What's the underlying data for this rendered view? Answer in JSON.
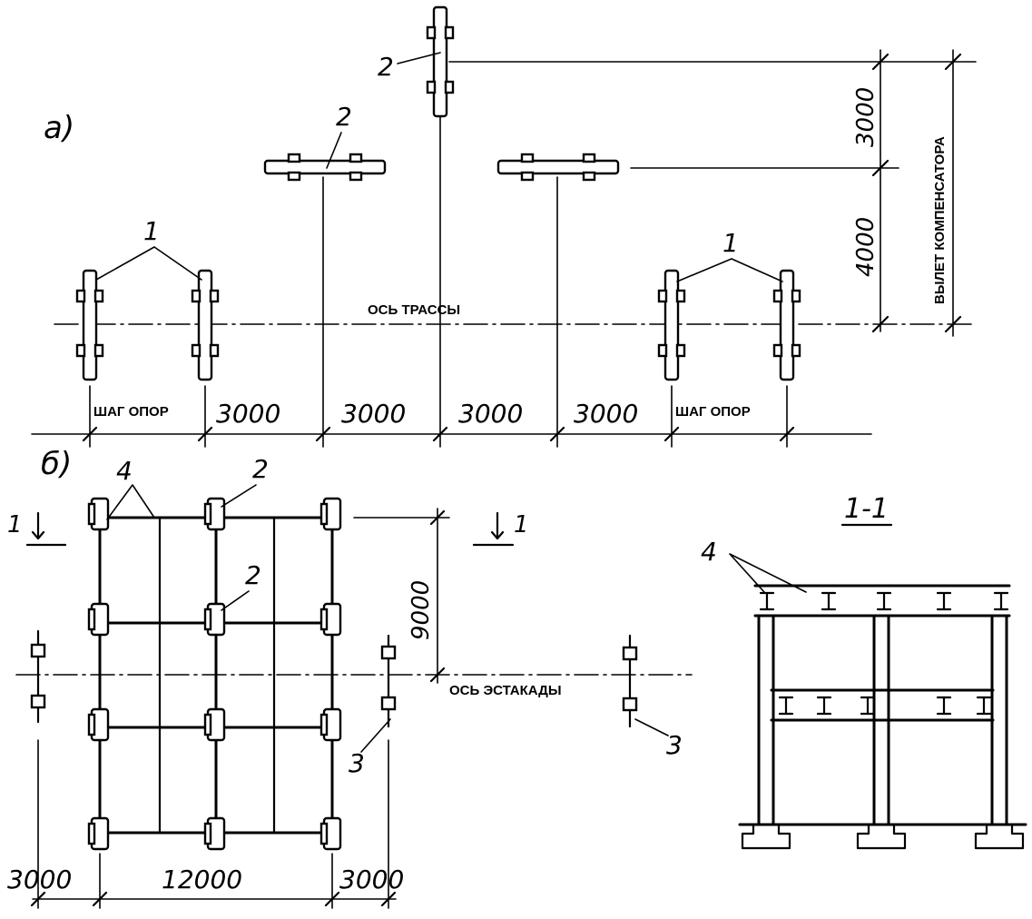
{
  "labels": {
    "part_a": "а)",
    "part_b": "б)",
    "axis_route": "ОСЬ ТРАССЫ",
    "axis_trestle": "ОСЬ ЭСТАКАДЫ",
    "comp_reach": "ВЫЛЕТ КОМПЕНСАТОРА",
    "support_step": "ШАГ ОПОР",
    "section": "1-1",
    "cut_mark": "1"
  },
  "callouts": {
    "n1": "1",
    "n2": "2",
    "n3": "3",
    "n4": "4"
  },
  "dims": {
    "d3000": "3000",
    "d4000": "4000",
    "d9000": "9000",
    "d12000": "12000"
  }
}
